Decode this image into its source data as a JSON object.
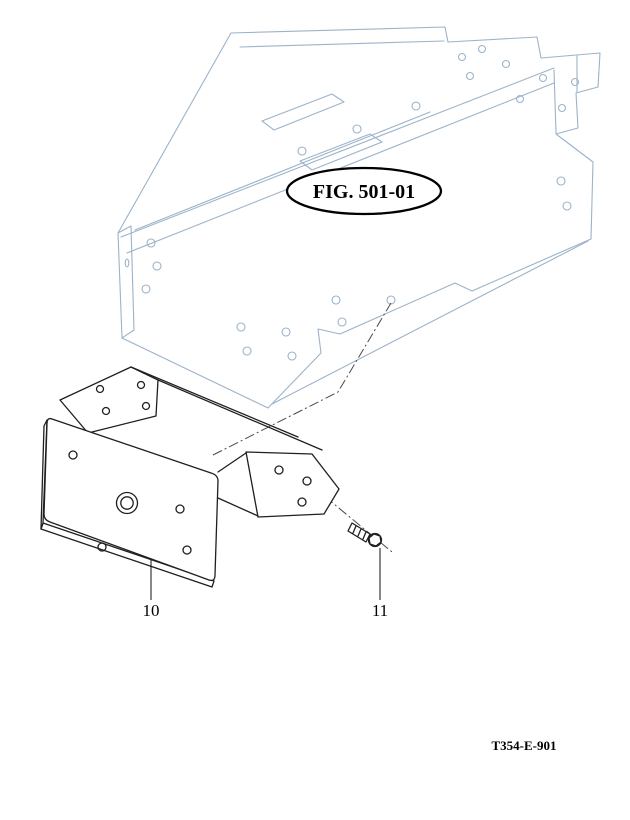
{
  "diagram": {
    "fig_callout": {
      "label": "FIG. 501-01"
    },
    "parts": [
      {
        "number": "10"
      },
      {
        "number": "11"
      }
    ],
    "doc_code": "T354-E-901",
    "colors": {
      "frame_line": "#9cb3c9",
      "part_line": "#1f1f1f",
      "callout_line": "#000000",
      "text": "#000000",
      "background": "#ffffff"
    }
  }
}
